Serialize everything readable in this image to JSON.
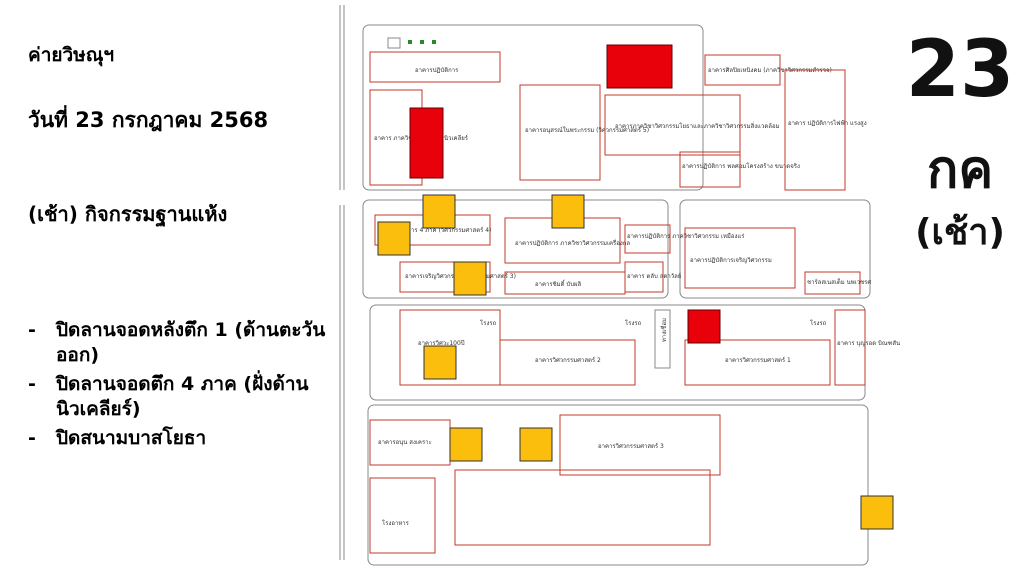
{
  "info": {
    "camp": "ค่ายวิษณุฯ",
    "date": "วันที่ 23 กรกฎาคม 2568",
    "activity": "(เช้า) กิจกรรมฐานแห้ง"
  },
  "closures": [
    "ปิดลานจอดหลังตึก 1 (ด้านตะวันออก)",
    "ปิดลานจอดตึก 4 ภาค (ฝั่งด้านนิวเคลียร์)",
    "ปิดสนามบาสโยธา"
  ],
  "badge": {
    "day": "23",
    "month": "กค",
    "period": "(เช้า)"
  },
  "map": {
    "buildings": {
      "practice": "อาคารปฏิบัติการ",
      "nuclear": "อาคาร ภาควิชา วิศวกรรม นิวเคลียร์",
      "industrial": "อาคารอนุสรณ์ในพระกรรม (วิศวกรรมศาสตร์ 5)",
      "survey": "อาคารภาควิชาวิศวกรรมโยธาและภาควิชาวิศวกรรมสิ่งแวดล้อม",
      "lab": "อาคารปฏิบัติการ พลศอมโครงสร้าง ขนาดจริง",
      "art": "อาคารศิลปิยเหนิงคม (ภาควิชาวิศวกรรมสำรวจ)",
      "power": "อาคาร ปฏิบัติการไฟฟ้า แรงสูง",
      "eng4": "อาคาร 4 ภาค (วิศวกรรมศาสตร์ 4)",
      "mech": "อาคารปฏิบัติการ ภาควิชาวิศวกรรมเครื่องกล",
      "chem": "อาคารปฏิบัติการ ภาควิชาวิศวกรรม เหมืองแร่",
      "charoen": "อาคารเจริญวิศวกรรม (วิศวกรรมศาสตร์ 3)",
      "bunlue": "อาคารชิมดิ์ บับผลิ",
      "lab2": "อาคาร ตลับ ลดาวัลย์",
      "charoenrath": "อาคารปฏิบัติการเจริญวิศวกรรม",
      "sarasin": "ชาร์ลสเนสเด็ม นพเวชรศ",
      "hall100": "อาคารวิศวะ100ปี",
      "eng2": "อาคารวิศวกรรมศาสตร์ 2",
      "eng1": "อาคารวิศวกรรมศาสตร์ 1",
      "walk": "ทางเชื่อม",
      "boonrod": "อาคาร บุญรอด บิณฑสันต์",
      "eng3": "อาคารวิศวกรรมศาสตร์ 3",
      "anusorn": "อาคารอนุน สงเคราะ",
      "canteen": "โรงอาหาร",
      "garage1": "โรงรถ",
      "garage2": "โรงรถ",
      "garage3": "โรงรถ"
    },
    "colors": {
      "closed": "#e8000b",
      "activity": "#fbbe0c",
      "outline": "#c0392b"
    }
  }
}
